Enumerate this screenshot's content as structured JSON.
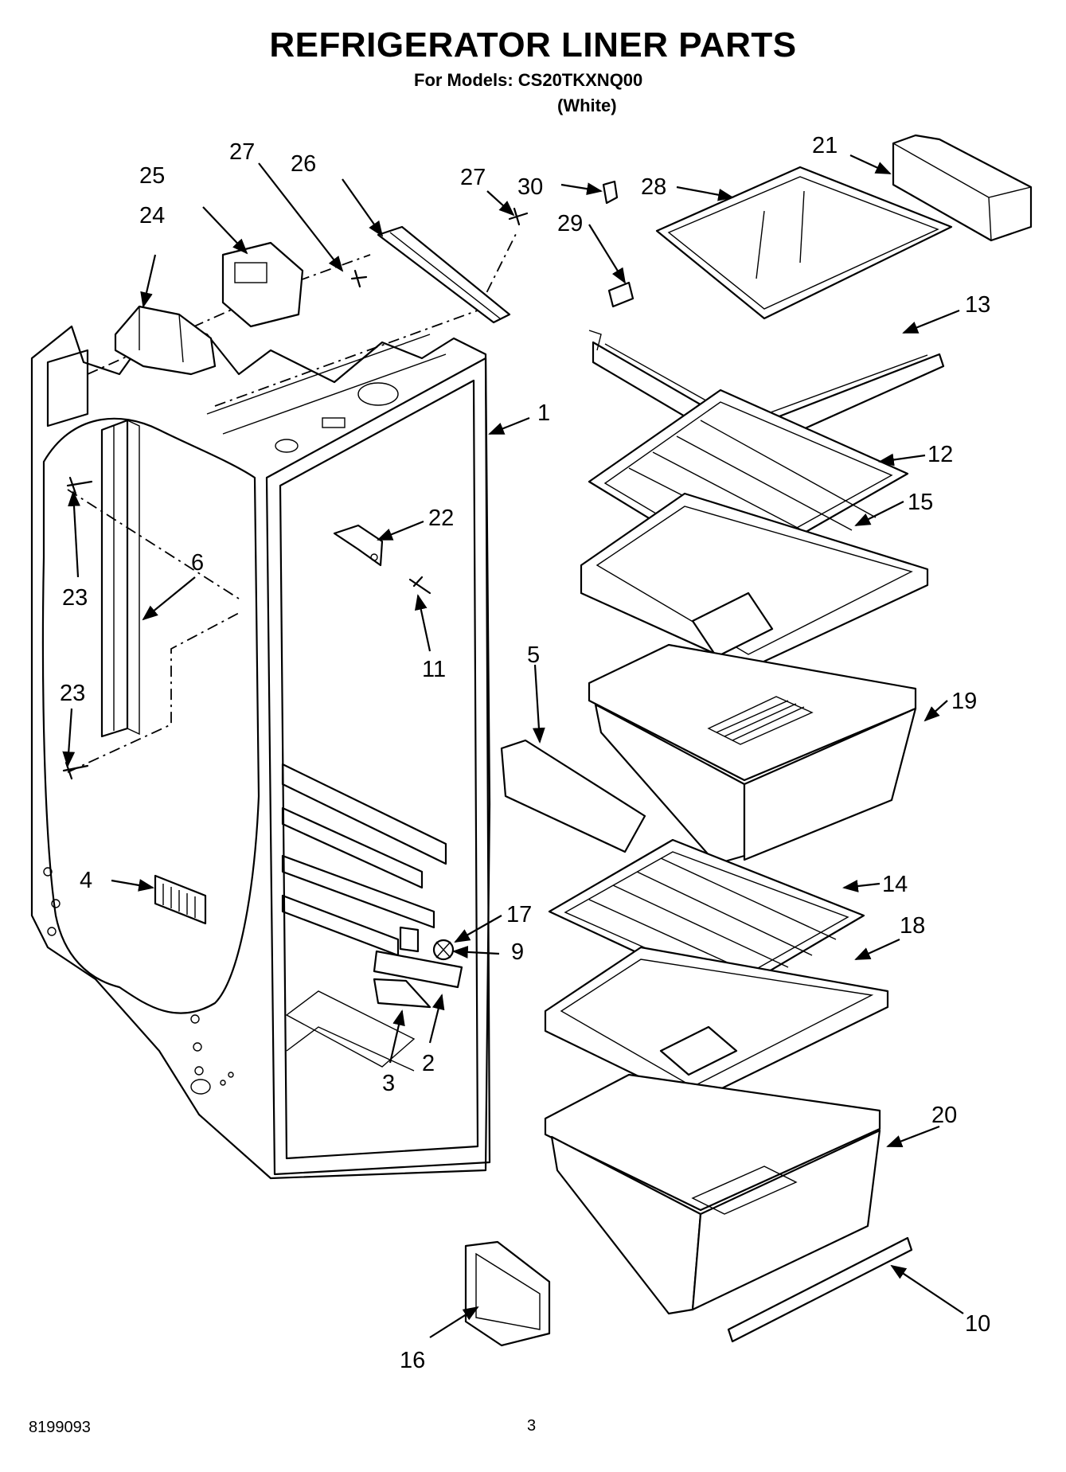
{
  "header": {
    "title": "REFRIGERATOR LINER PARTS",
    "models_line": "For Models: CS20TKXNQ00",
    "variant": "(White)"
  },
  "footer": {
    "doc_number": "8199093",
    "page_number": "3"
  },
  "callouts": {
    "c1": "1",
    "c2": "2",
    "c3": "3",
    "c4": "4",
    "c5": "5",
    "c6": "6",
    "c9": "9",
    "c10": "10",
    "c11": "11",
    "c12": "12",
    "c13": "13",
    "c14": "14",
    "c15": "15",
    "c16": "16",
    "c17": "17",
    "c18": "18",
    "c19": "19",
    "c20": "20",
    "c21": "21",
    "c22": "22",
    "c23a": "23",
    "c23b": "23",
    "c24": "24",
    "c25": "25",
    "c26": "26",
    "c27a": "27",
    "c27b": "27",
    "c28": "28",
    "c29": "29",
    "c30": "30"
  }
}
